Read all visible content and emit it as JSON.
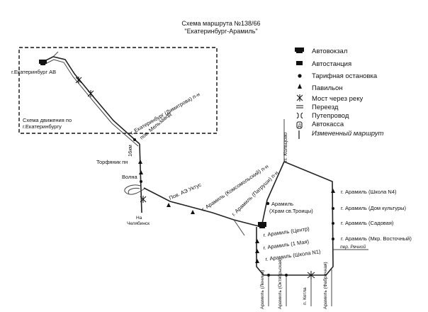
{
  "title": {
    "line1": "Схема маршрута №138/66",
    "line2": "\"Екатеринбург-Арамиль\""
  },
  "legend": {
    "items": [
      {
        "icon": "bus-terminal-icon",
        "label": "Автовокзал"
      },
      {
        "icon": "bus-station-icon",
        "label": "Автостанция"
      },
      {
        "icon": "fare-stop-icon",
        "label": "Тарифная остановка"
      },
      {
        "icon": "pavilion-icon",
        "label": "Павильон"
      },
      {
        "icon": "bridge-icon",
        "label": "Мост через реку"
      },
      {
        "icon": "rail-crossing-icon",
        "label": "Переезд"
      },
      {
        "icon": "overpass-icon",
        "label": "Путепровод"
      },
      {
        "icon": "ticket-office-icon",
        "label": "Автокасса"
      },
      {
        "icon": "changed-route-icon",
        "label": "Измененный маршрут"
      }
    ]
  },
  "inset": {
    "label_line1": "Схема движения по",
    "label_line2": "г.Екатеринбургу"
  },
  "stops": {
    "ekb_av": "г.Екатеринбург АВ",
    "dimitrova": "г. Екатеринбург (Димитрова) п-н",
    "melzavod": "пов. Мельзавод",
    "km16": "16км",
    "torfyanik": "Торфяник пн",
    "volna": "Волна",
    "ae_uktus": "Пов. АЭ Уктус",
    "komsomolsky": "г. Арамиль (Комсомольский) п-н",
    "patrushi": "г. Арамиль (Патруши) п-н",
    "hram_l1": "Арамиль",
    "hram_l2": "(Храм св.Троицы)",
    "center": "г. Арамиль (Центр)",
    "may1": "г. Арамиль (1 Мая)",
    "school1": "г. Арамиль (Школа N1)",
    "school4": "г. Арамиль (Школа N4)",
    "dk": "г. Арамиль (Дом культуры)",
    "sadovaya": "г. Арамиль (Садовая)",
    "mkr_vost": "г. Арамиль (Мкр. Восточный)"
  },
  "streets": {
    "koltsovo": "п. Кольцово",
    "chelyabinsk_l1": "На",
    "chelyabinsk_l2": "Челябинск",
    "rechnoy": "пер. Речной",
    "lenina": "Арамиль (Ленина)",
    "oktyabrskaya": "Арамиль (Октябрьская)",
    "kotla": "п. Котла",
    "fabrichnaya": "Арамиль (Фабричная)"
  }
}
